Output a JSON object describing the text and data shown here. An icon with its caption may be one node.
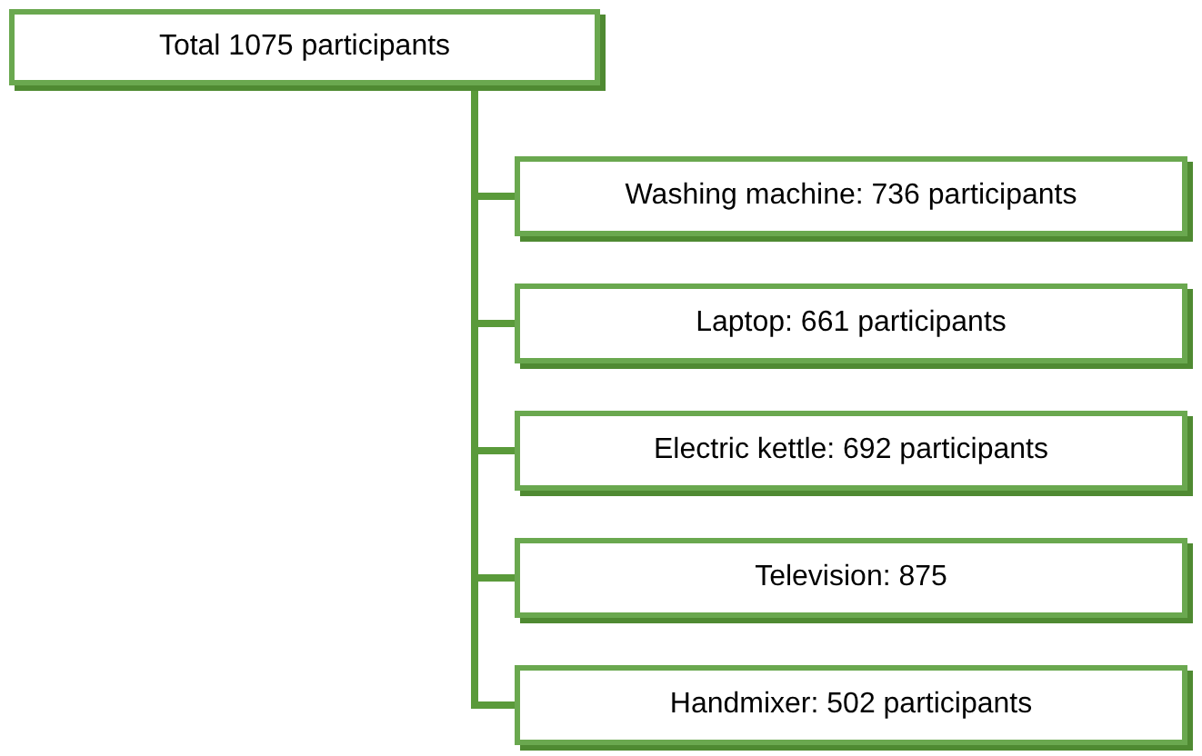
{
  "diagram": {
    "nodes": [
      {
        "text": [
          "Total 1075 participants"
        ]
      },
      {
        "text": [
          "Washing machine: 736 participants"
        ]
      },
      {
        "text": [
          "Laptop: 661 participants"
        ]
      },
      {
        "text": [
          "Electric kettle: 692 participants"
        ]
      },
      {
        "text": [
          "Television: 875"
        ]
      },
      {
        "text": [
          "Handmixer: 502 participants"
        ]
      }
    ],
    "edges": [
      {
        "from": 0,
        "to": 1,
        "arrow": "none"
      },
      {
        "from": 0,
        "to": 2,
        "arrow": "none"
      },
      {
        "from": 0,
        "to": 3,
        "arrow": "none"
      },
      {
        "from": 0,
        "to": 4,
        "arrow": "none"
      },
      {
        "from": 0,
        "to": 5,
        "arrow": "none"
      }
    ]
  }
}
